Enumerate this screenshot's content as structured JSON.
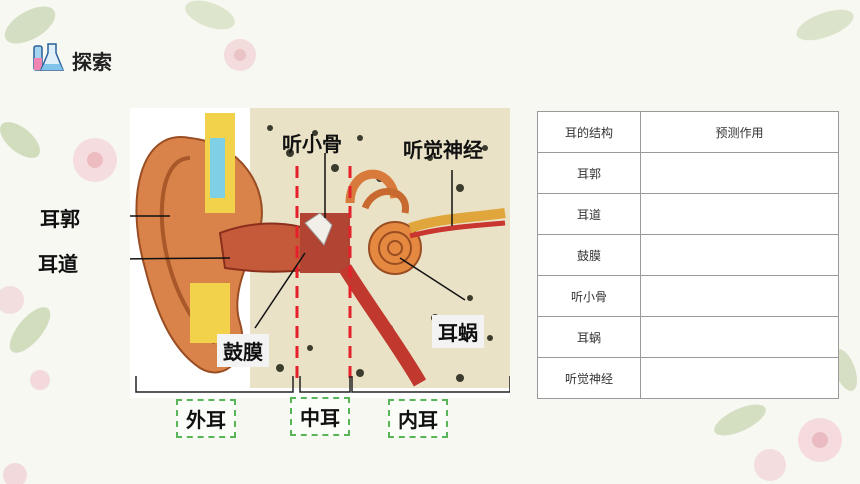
{
  "header": {
    "title": "探索",
    "icon": "flask-icon"
  },
  "diagram": {
    "labels": {
      "auricle": "耳郭",
      "ear_canal": "耳道",
      "eardrum": "鼓膜",
      "ossicles": "听小骨",
      "auditory_nerve": "听觉神经",
      "cochlea": "耳蜗"
    },
    "regions": {
      "outer": "外耳",
      "middle": "中耳",
      "inner": "内耳"
    }
  },
  "table": {
    "headers": [
      "耳的结构",
      "预测作用"
    ],
    "rows": [
      [
        "耳郭",
        ""
      ],
      [
        "耳道",
        ""
      ],
      [
        "鼓膜",
        ""
      ],
      [
        "听小骨",
        ""
      ],
      [
        "耳蜗",
        ""
      ],
      [
        "听觉神经",
        ""
      ]
    ]
  },
  "colors": {
    "accent_red": "#e5202a",
    "region_border": "#58b558",
    "skin": "#d9834a"
  }
}
